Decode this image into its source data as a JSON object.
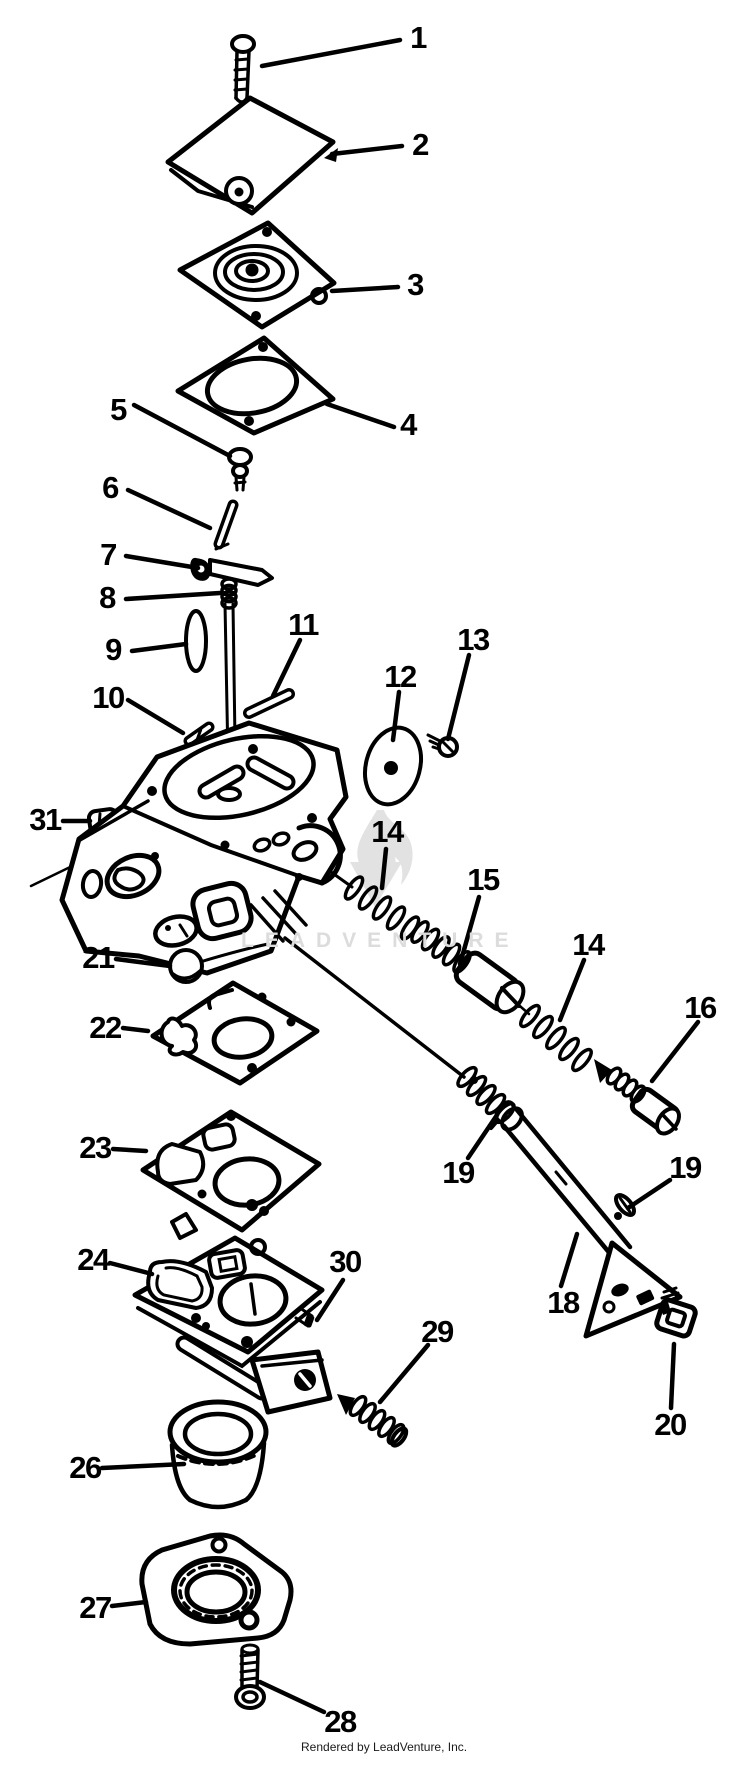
{
  "watermark": {
    "text": "LEADVENTURE",
    "logo": "leadventure-flame-logo",
    "color": "#dcdcdc"
  },
  "footer": {
    "credit": "Rendered by LeadVenture, Inc."
  },
  "callouts": [
    {
      "key": "1",
      "label": "1"
    },
    {
      "key": "2",
      "label": "2"
    },
    {
      "key": "3",
      "label": "3"
    },
    {
      "key": "4",
      "label": "4"
    },
    {
      "key": "5",
      "label": "5"
    },
    {
      "key": "6",
      "label": "6"
    },
    {
      "key": "7",
      "label": "7"
    },
    {
      "key": "8",
      "label": "8"
    },
    {
      "key": "9",
      "label": "9"
    },
    {
      "key": "10",
      "label": "10"
    },
    {
      "key": "11",
      "label": "11"
    },
    {
      "key": "12",
      "label": "12"
    },
    {
      "key": "13",
      "label": "13"
    },
    {
      "key": "31",
      "label": "31"
    },
    {
      "key": "14a",
      "label": "14"
    },
    {
      "key": "15",
      "label": "15"
    },
    {
      "key": "14b",
      "label": "14"
    },
    {
      "key": "16",
      "label": "16"
    },
    {
      "key": "19a",
      "label": "19"
    },
    {
      "key": "19b",
      "label": "19"
    },
    {
      "key": "18",
      "label": "18"
    },
    {
      "key": "20",
      "label": "20"
    },
    {
      "key": "21",
      "label": "21"
    },
    {
      "key": "22",
      "label": "22"
    },
    {
      "key": "23",
      "label": "23"
    },
    {
      "key": "24",
      "label": "24"
    },
    {
      "key": "30",
      "label": "30"
    },
    {
      "key": "29",
      "label": "29"
    },
    {
      "key": "26",
      "label": "26"
    },
    {
      "key": "27",
      "label": "27"
    },
    {
      "key": "28",
      "label": "28"
    }
  ]
}
